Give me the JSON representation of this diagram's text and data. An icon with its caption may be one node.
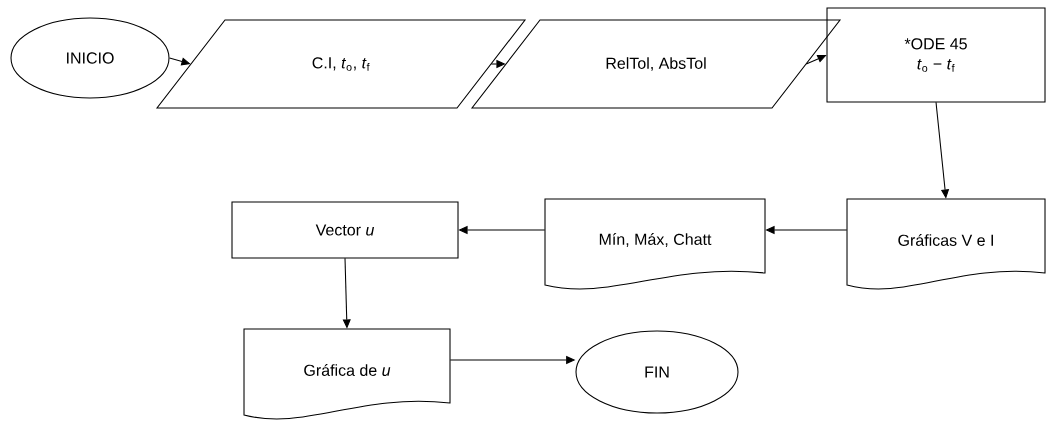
{
  "diagram": {
    "nodes": [
      {
        "text": [
          "INICIO"
        ]
      },
      {
        "text": [
          "C.I, *t*$_{o}$, *t*$_{f}$"
        ]
      },
      {
        "text": [
          "RelTol, AbsTol"
        ]
      },
      {
        "text": [
          "*ODE 45",
          "*t*$_{o}$ − *t*$_{f}$"
        ]
      },
      {
        "text": [
          "Gráficas V e I"
        ]
      },
      {
        "text": [
          "Mín, Máx, Chatt"
        ]
      },
      {
        "text": [
          "Vector *u*"
        ]
      },
      {
        "text": [
          "Gráfica de *u*"
        ]
      },
      {
        "text": [
          "FIN"
        ]
      }
    ],
    "edges": [
      {
        "from": 0,
        "to": 1,
        "arrow": "to"
      },
      {
        "from": 1,
        "to": 2,
        "arrow": "to"
      },
      {
        "from": 2,
        "to": 3,
        "arrow": "to"
      },
      {
        "from": 3,
        "to": 4,
        "arrow": "to"
      },
      {
        "from": 4,
        "to": 5,
        "arrow": "to"
      },
      {
        "from": 5,
        "to": 6,
        "arrow": "to"
      },
      {
        "from": 6,
        "to": 7,
        "arrow": "to"
      },
      {
        "from": 7,
        "to": 8,
        "arrow": "to"
      }
    ]
  }
}
